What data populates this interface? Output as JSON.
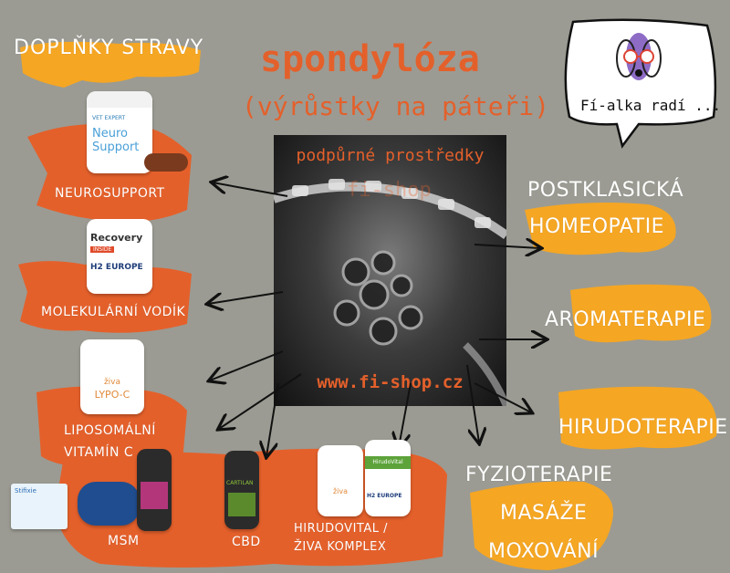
{
  "title": "spondylóza",
  "subtitle": "(výrůstky na páteři)",
  "xray_caption": "podpůrné prostředky",
  "xray_watermark": "fi-shop",
  "website": "www.fi-shop.cz",
  "bubble_text": "Fí-alka radí ...",
  "left_section_title": "DOPLŇKY STRAVY",
  "products": {
    "neurosupport": {
      "label": "NEUROSUPPORT",
      "brand": "VET EXPERT",
      "name_1": "Neuro",
      "name_2": "Support"
    },
    "hydrogen": {
      "label": "MOLEKULÁRNÍ VODÍK",
      "name": "Recovery",
      "badge": "INSIDE",
      "brand": "H2 EUROPE"
    },
    "vitaminc": {
      "label_1": "LIPOSOMÁLNÍ",
      "label_2": "VITAMÍN C",
      "brand": "živa",
      "name": "LYPO-C"
    },
    "msm": {
      "label": "MSM",
      "box_text": "Stifixie"
    },
    "cbd": {
      "label": "CBD",
      "name": "CARTILAN"
    },
    "hirudovital": {
      "label_1": "HIRUDOVITAL /",
      "label_2": "ŽIVA KOMPLEX",
      "name": "HirudoVital",
      "brand": "H2 EUROPE",
      "jar_brand": "živa"
    }
  },
  "therapies": {
    "homeopathy_1": "POSTKLASICKÁ",
    "homeopathy_2": "HOMEOPATIE",
    "aromatherapy": "AROMATERAPIE",
    "hirudotherapy": "HIRUDOTERAPIE",
    "physio_1": "FYZIOTERAPIE",
    "physio_2": "MASÁŽE",
    "physio_3": "MOXOVÁNÍ"
  },
  "colors": {
    "background": "#9b9b93",
    "orange_brush": "#e4602b",
    "yellow_brush": "#f5a623",
    "title_orange": "#e4602b",
    "text_white": "#ffffff"
  },
  "icons": [
    "arrow-icon",
    "speech-bubble-icon",
    "dog-with-glasses-logo"
  ]
}
